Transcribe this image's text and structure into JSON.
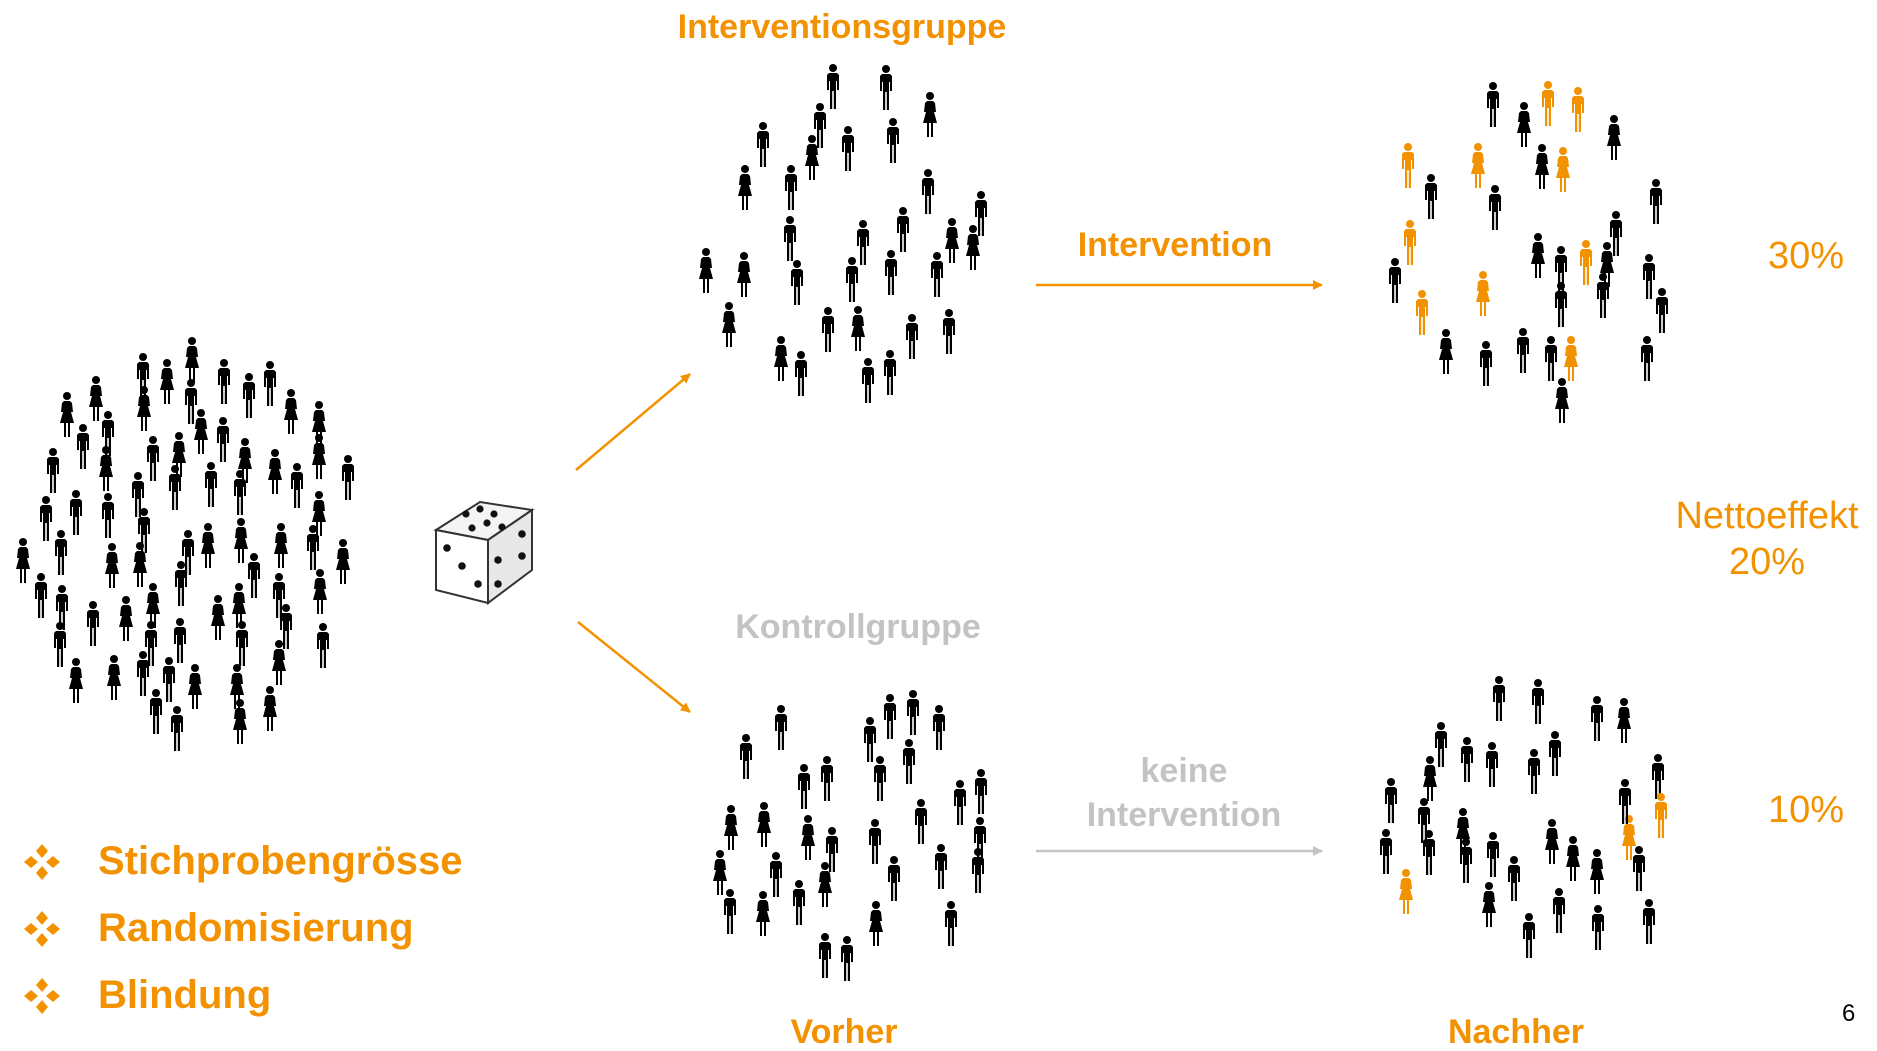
{
  "diagram": {
    "label_intervention_group": "Interventionsgruppe",
    "label_control_group": "Kontrollgruppe",
    "arrow_intervention": "Intervention",
    "arrow_no_intervention_line1": "keine",
    "arrow_no_intervention_line2": "Intervention",
    "result_intervention": "30%",
    "net_effect_line1": "Nettoeffekt",
    "net_effect_line2": "20%",
    "result_control": "10%",
    "label_before": "Vorher",
    "label_after": "Nachher",
    "page_number": "6",
    "bullets": [
      "Stichprobengrösse",
      "Randomisierung",
      "Blindung"
    ]
  },
  "colors": {
    "accent": "#F39200",
    "muted": "#C3C3C3",
    "person": "#000000"
  },
  "icons": {
    "person": "person-icon",
    "dice": "dice-icon",
    "bullet": "diamond-bullet-icon"
  }
}
